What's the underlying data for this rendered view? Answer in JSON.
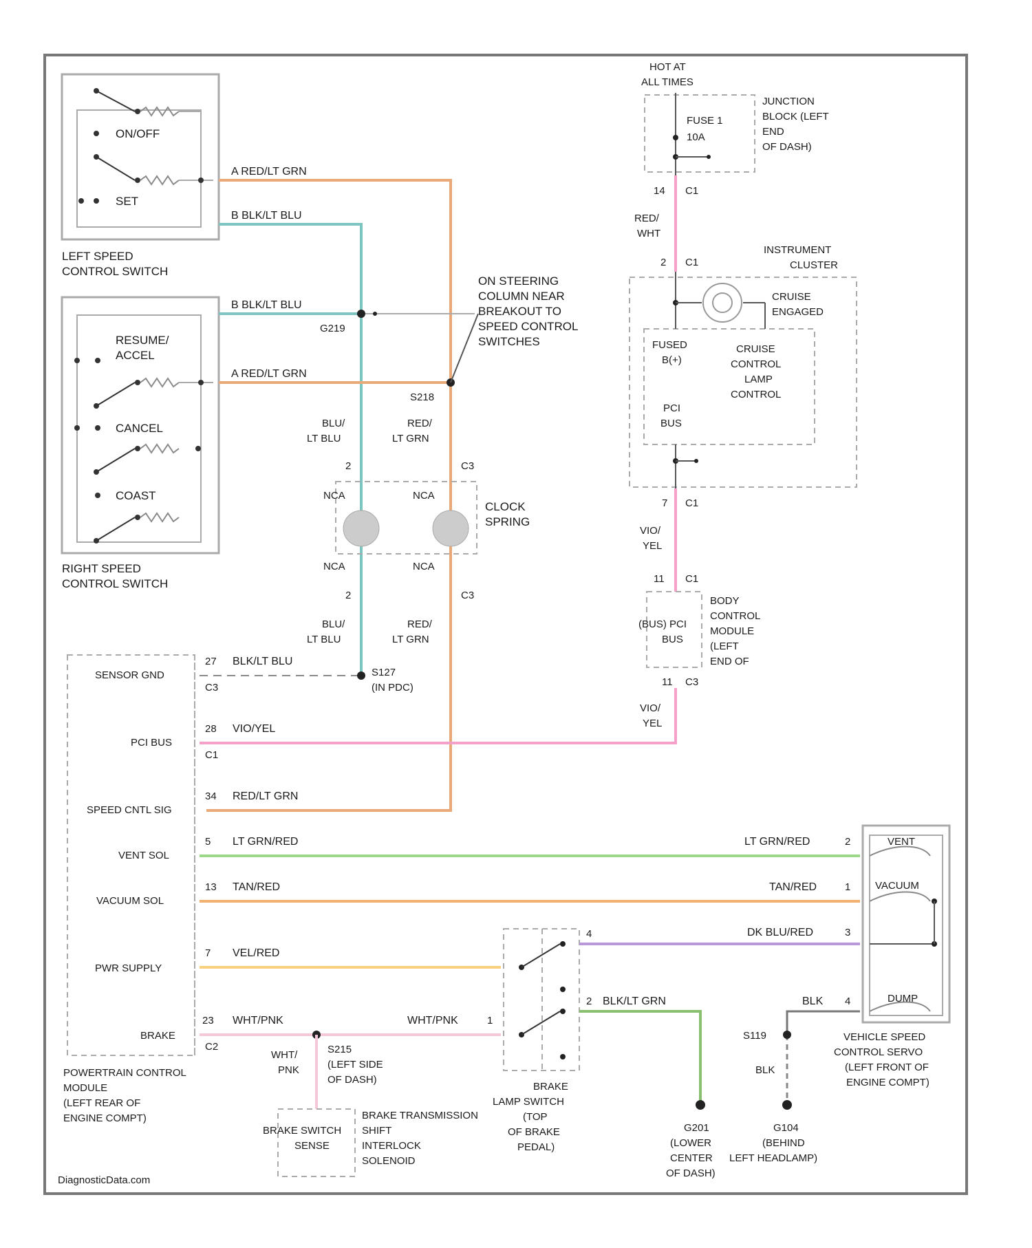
{
  "diagram": {
    "footer": "DiagnosticData.com",
    "left_speed_switch": {
      "on_off": "ON/OFF",
      "set": "SET",
      "caption1": "LEFT SPEED",
      "caption2": "CONTROL SWITCH"
    },
    "right_speed_switch": {
      "resume1": "RESUME/",
      "resume2": "ACCEL",
      "cancel": "CANCEL",
      "coast": "COAST",
      "caption1": "RIGHT SPEED",
      "caption2": "CONTROL SWITCH"
    },
    "wires": {
      "a_red_lt_grn_1": "A  RED/LT GRN",
      "b_blk_lt_blu_1": "B  BLK/LT BLU",
      "b_blk_lt_blu_2": "B  BLK/LT BLU",
      "a_red_lt_grn_2": "A  RED/LT GRN",
      "g219": "G219",
      "s218": "S218",
      "blu": "BLU/",
      "lt_blu": "LT BLU",
      "red": "RED/",
      "lt_grn": "LT GRN",
      "blu_b": "BLU/",
      "lt_blu_b": "LT BLU",
      "red_b": "RED/",
      "lt_grn_b": "LT GRN",
      "conn_2a": "2",
      "conn_c3a": "C3",
      "conn_2b": "2",
      "conn_c3b": "C3",
      "nca1": "NCA",
      "nca2": "NCA",
      "nca3": "NCA",
      "nca4": "NCA"
    },
    "steering_note": [
      "ON STEERING",
      "COLUMN NEAR",
      "BREAKOUT TO",
      "SPEED CONTROL",
      "SWITCHES"
    ],
    "clock_spring": [
      "CLOCK",
      "SPRING"
    ],
    "hot_at": [
      "HOT AT",
      "ALL TIMES"
    ],
    "fuse": [
      "FUSE 1",
      "10A"
    ],
    "junction_block": [
      "JUNCTION",
      "BLOCK (LEFT",
      "END",
      "OF DASH)"
    ],
    "jb_pin": "14",
    "jb_conn": "C1",
    "red_wht": [
      "RED/",
      "WHT"
    ],
    "ic_pin1": "2",
    "ic_conn1": "C1",
    "instrument_cluster": [
      "INSTRUMENT",
      "CLUSTER"
    ],
    "cruise_engaged": [
      "CRUISE",
      "ENGAGED"
    ],
    "fused_b": [
      "FUSED",
      "B(+)"
    ],
    "cruise_lamp": [
      "CRUISE",
      "CONTROL",
      "LAMP",
      "CONTROL"
    ],
    "pci_bus_ic": [
      "PCI",
      "BUS"
    ],
    "ic_pin2": "7",
    "ic_conn2": "C1",
    "vio_yel_1": [
      "VIO/",
      "YEL"
    ],
    "bcm_pin1": "11",
    "bcm_conn1": "C1",
    "bcm_pci": [
      "(BUS) PCI",
      "BUS"
    ],
    "bcm": [
      "BODY",
      "CONTROL",
      "MODULE",
      "(LEFT",
      "END OF"
    ],
    "bcm_pin2": "11",
    "bcm_conn2": "C3",
    "vio_yel_2": [
      "VIO/",
      "YEL"
    ],
    "pcm_rows": {
      "sensor_gnd": "SENSOR GND",
      "pci_bus": "PCI BUS",
      "speed_sw": "SPEED CNTL SIG",
      "vent_sol": "VENT SOL",
      "vacuum_sol": "VACUUM SOL",
      "pwr_supply": "PWR SUPPLY",
      "brake": "BRAKE"
    },
    "pcm_wires": {
      "p27": "27",
      "w27": "BLK/LT BLU",
      "c1a": "C3",
      "s127": "S127",
      "s127b": "(IN PDC)",
      "p28": "28",
      "w28": "VIO/YEL",
      "c1b": "C1",
      "p34": "34",
      "w34": "RED/LT GRN",
      "p5": "5",
      "w5": "LT GRN/RED",
      "p13": "13",
      "w13": "TAN/RED",
      "p7": "7",
      "w7": "VEL/RED",
      "p23": "23",
      "w23": "WHT/PNK",
      "c1c": "C2",
      "w_brake2": "WHT/PNK",
      "s215": [
        "S215",
        "(LEFT SIDE",
        "OF DASH)"
      ],
      "wht_pnk": [
        "WHT/",
        "PNK"
      ]
    },
    "servo_wires": {
      "vent": "LT GRN/RED",
      "vent_pin": "2",
      "vac": "TAN/RED",
      "vac_pin": "1",
      "dump": "DK BLU/RED",
      "dump_pin": "3",
      "blk": "BLK",
      "blk_pin": "4",
      "sw4": "4",
      "sw2": "2",
      "blk_grn": "BLK/LT GRN",
      "sw1": "1"
    },
    "servo_labels": {
      "vent": "VENT",
      "vacuum": "VACUUM",
      "dump": "DUMP",
      "caption": [
        "VEHICLE SPEED",
        "CONTROL SERVO",
        "(LEFT FRONT OF",
        "ENGINE COMPT)"
      ]
    },
    "pcm_caption": [
      "POWERTRAIN CONTROL",
      "MODULE",
      "(LEFT REAR OF",
      "ENGINE COMPT)"
    ],
    "brake_switch_sense": [
      "BRAKE SWITCH",
      "SENSE"
    ],
    "bts_interlock": [
      "BRAKE TRANSMISSION",
      "SHIFT",
      "INTERLOCK",
      "SOLENOID"
    ],
    "brake_lamp_switch": [
      "BRAKE",
      "LAMP SWITCH",
      "(TOP",
      "OF BRAKE",
      "PEDAL)"
    ],
    "s119": "S119",
    "blk2": "BLK",
    "g201": [
      "G201",
      "(LOWER",
      "CENTER",
      "OF DASH)"
    ],
    "g104": [
      "G104",
      "(BEHIND",
      "LEFT HEADLAMP)"
    ]
  },
  "colors": {
    "orange": "#e8a878",
    "teal": "#7ec4c0",
    "pink": "#f4a0c8",
    "green": "#9cd88a",
    "tan": "#f0b070",
    "yellow": "#f8d080",
    "purple": "#b898d8",
    "lightpink": "#f4c8d8",
    "darkgreen": "#88c070",
    "gray": "#999999"
  }
}
